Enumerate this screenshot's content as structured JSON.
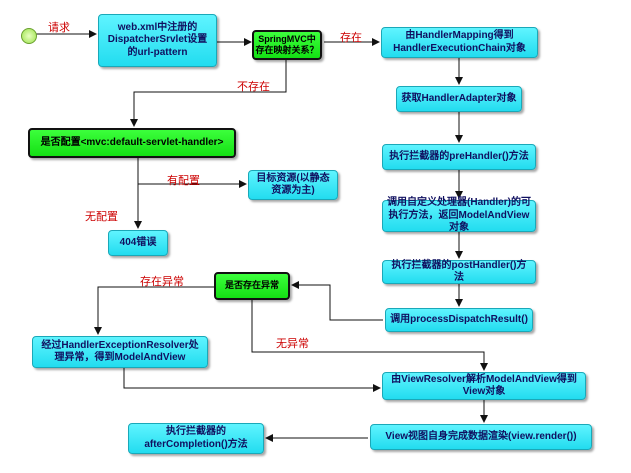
{
  "nodes": {
    "web_xml": "web.xml中注册的DispatcherSrvlet设置的url-pattern",
    "has_mapping": "SpringMVC中存在映射关系？",
    "handler_mapping": "由HandlerMapping得到HandlerExecutionChain对象",
    "handler_adapter": "获取HandlerAdapter对象",
    "pre_handler": "执行拦截器的preHandler()方法",
    "invoke_handler": "调用自定义处理器(Handler)的可执行方法，返回ModelAndView对象",
    "post_handler": "执行拦截器的postHandler()方法",
    "process_dispatch": "调用processDispatchResult()",
    "has_exception": "是否存在异常",
    "exception_resolver": "经过HandlerExceptionResolver处理异常，得到ModelAndView",
    "view_resolver": "由ViewResolver解析ModelAndView得到View对象",
    "view_render": "View视图自身完成数据渲染(view.render())",
    "after_completion": "执行拦截器的afterCompletion()方法",
    "default_servlet": "是否配置<mvc:default-servlet-handler>",
    "target_resource": "目标资源(以静态资源为主)",
    "error_404": "404错误"
  },
  "labels": {
    "request": "请求",
    "exists": "存在",
    "not_exists": "不存在",
    "configured": "有配置",
    "not_configured": "无配置",
    "has_exception": "存在异常",
    "no_exception": "无异常"
  }
}
